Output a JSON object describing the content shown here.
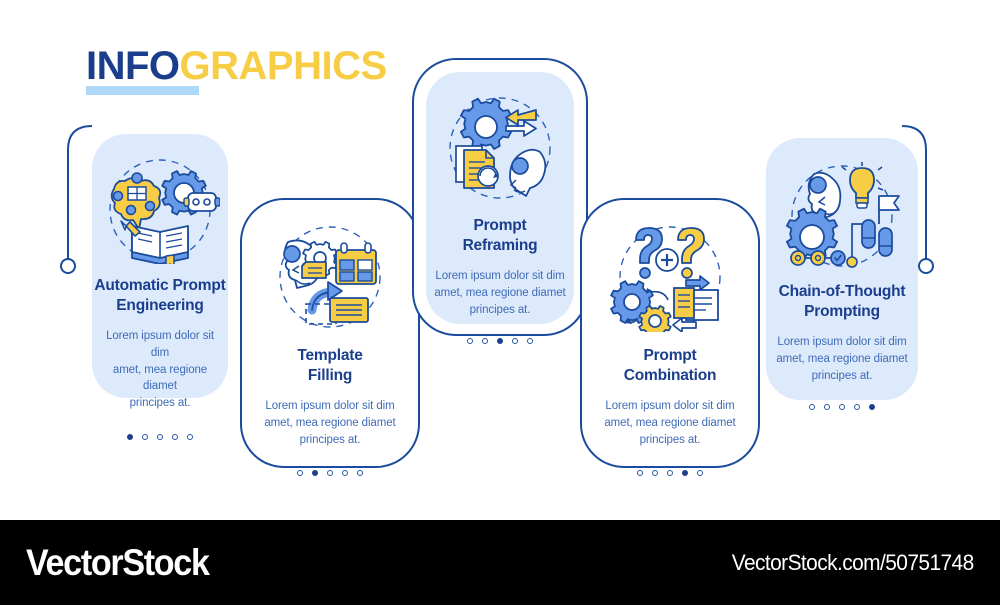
{
  "heading": {
    "part_a": "INFO",
    "part_b": "GRAPHICS",
    "color_a": "#1b3e8c",
    "color_b": "#f8cd46",
    "rule_color": "#aed8f7"
  },
  "theme": {
    "navy": "#1b3e8c",
    "blue_line": "#1b4b9c",
    "card_tint": "#ddeafc",
    "icon_blue": "#6699e8",
    "icon_yellow": "#f8cd46",
    "body_text": "#3f6bb8"
  },
  "cards": [
    {
      "index": 1,
      "title": "Automatic Prompt\nEngineering",
      "body": "Lorem ipsum dolor sit dim\namet, mea regione diamet\nprincipes at.",
      "icon_name": "brain-gear-robot-book-icon",
      "style": "tinted",
      "dots_total": 5,
      "dots_active": 1
    },
    {
      "index": 2,
      "title": "Template\nFilling",
      "body": "Lorem ipsum dolor sit dim\namet, mea regione diamet\nprincipes at.",
      "icon_name": "head-gear-calendar-template-icon",
      "style": "outline",
      "dots_total": 5,
      "dots_active": 2
    },
    {
      "index": 3,
      "title": "Prompt\nReframing",
      "body": "Lorem ipsum dolor sit dim\namet, mea regione diamet\nprincipes at.",
      "icon_name": "gear-arrows-document-head-icon",
      "style": "tinted",
      "dots_total": 5,
      "dots_active": 3
    },
    {
      "index": 4,
      "title": "Prompt\nCombination",
      "body": "Lorem ipsum dolor sit dim\namet, mea regione diamet\nprincipes at.",
      "icon_name": "question-marks-gears-documents-icon",
      "style": "outline",
      "dots_total": 5,
      "dots_active": 4
    },
    {
      "index": 5,
      "title": "Chain-of-Thought\nPrompting",
      "body": "Lorem ipsum dolor sit dim\namet, mea regione diamet\nprincipes at.",
      "icon_name": "head-bulb-gear-chain-footsteps-icon",
      "style": "tinted",
      "dots_total": 5,
      "dots_active": 5
    }
  ],
  "footer": {
    "logo": "VectorStock",
    "url": "VectorStock.com/50751748",
    "background": "#000000",
    "text_color": "#ffffff"
  }
}
